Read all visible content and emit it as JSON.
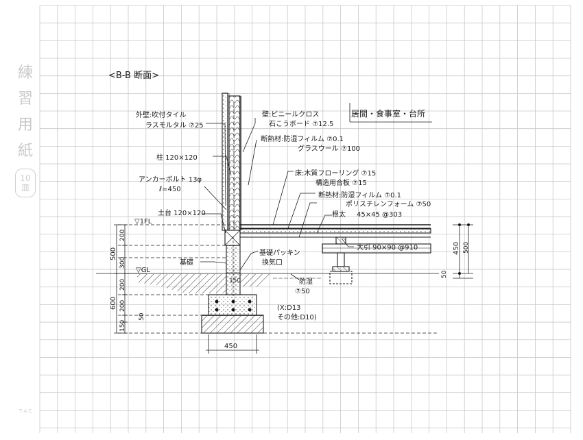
{
  "sheet": {
    "side_chars": [
      "練",
      "習",
      "用",
      "紙"
    ],
    "side_number": "10",
    "side_unit": "皿",
    "brand": "T·A·C"
  },
  "drawing": {
    "title": "<B-B 断面>",
    "room": "居間・食事室・台所",
    "labels": {
      "exterior_1": "外壁:吹付タイル",
      "exterior_2": "ラスモルタル ⑦25",
      "wall_1": "壁:ビニールクロス",
      "wall_2": "石こうボード ⑦12.5",
      "ins1_1": "断熱材:防湿フィルム ⑦0.1",
      "ins1_2": "グラスウール ⑦100",
      "column": "柱 120×120",
      "floor_1": "床:木質フローリング ⑦15",
      "floor_2": "構造用合板 ⑦15",
      "anchor_1": "アンカーボルト 13φ",
      "anchor_2": "ℓ=450",
      "ins2_1": "断熱材:防湿フィルム ⑦0.1",
      "ins2_2": "ポリスチレンフォーム ⑦50",
      "neda_1": "根太",
      "neda_2": "45×45 @303",
      "sill": "土台 120×120",
      "fl": "▽1FL",
      "oobiki": "大引 90×90 @910",
      "packing_1": "基礎パッキン",
      "packing_2": "換気口",
      "kisokabe": "基礎",
      "gl": "▽GL",
      "bokushitsu_1": "防湿",
      "bokushitsu_2": "⑦50",
      "rebar_1": "(X:D13",
      "rebar_2": "その他:D10)"
    },
    "dims": {
      "d500": "500",
      "d200a": "200",
      "d300": "300",
      "d600": "600",
      "d200b": "200",
      "d200c": "200",
      "d150": "150",
      "d50l": "50",
      "d450w": "450",
      "d150b": "150",
      "d450r": "450",
      "d500r": "500",
      "d50r": "50"
    }
  }
}
